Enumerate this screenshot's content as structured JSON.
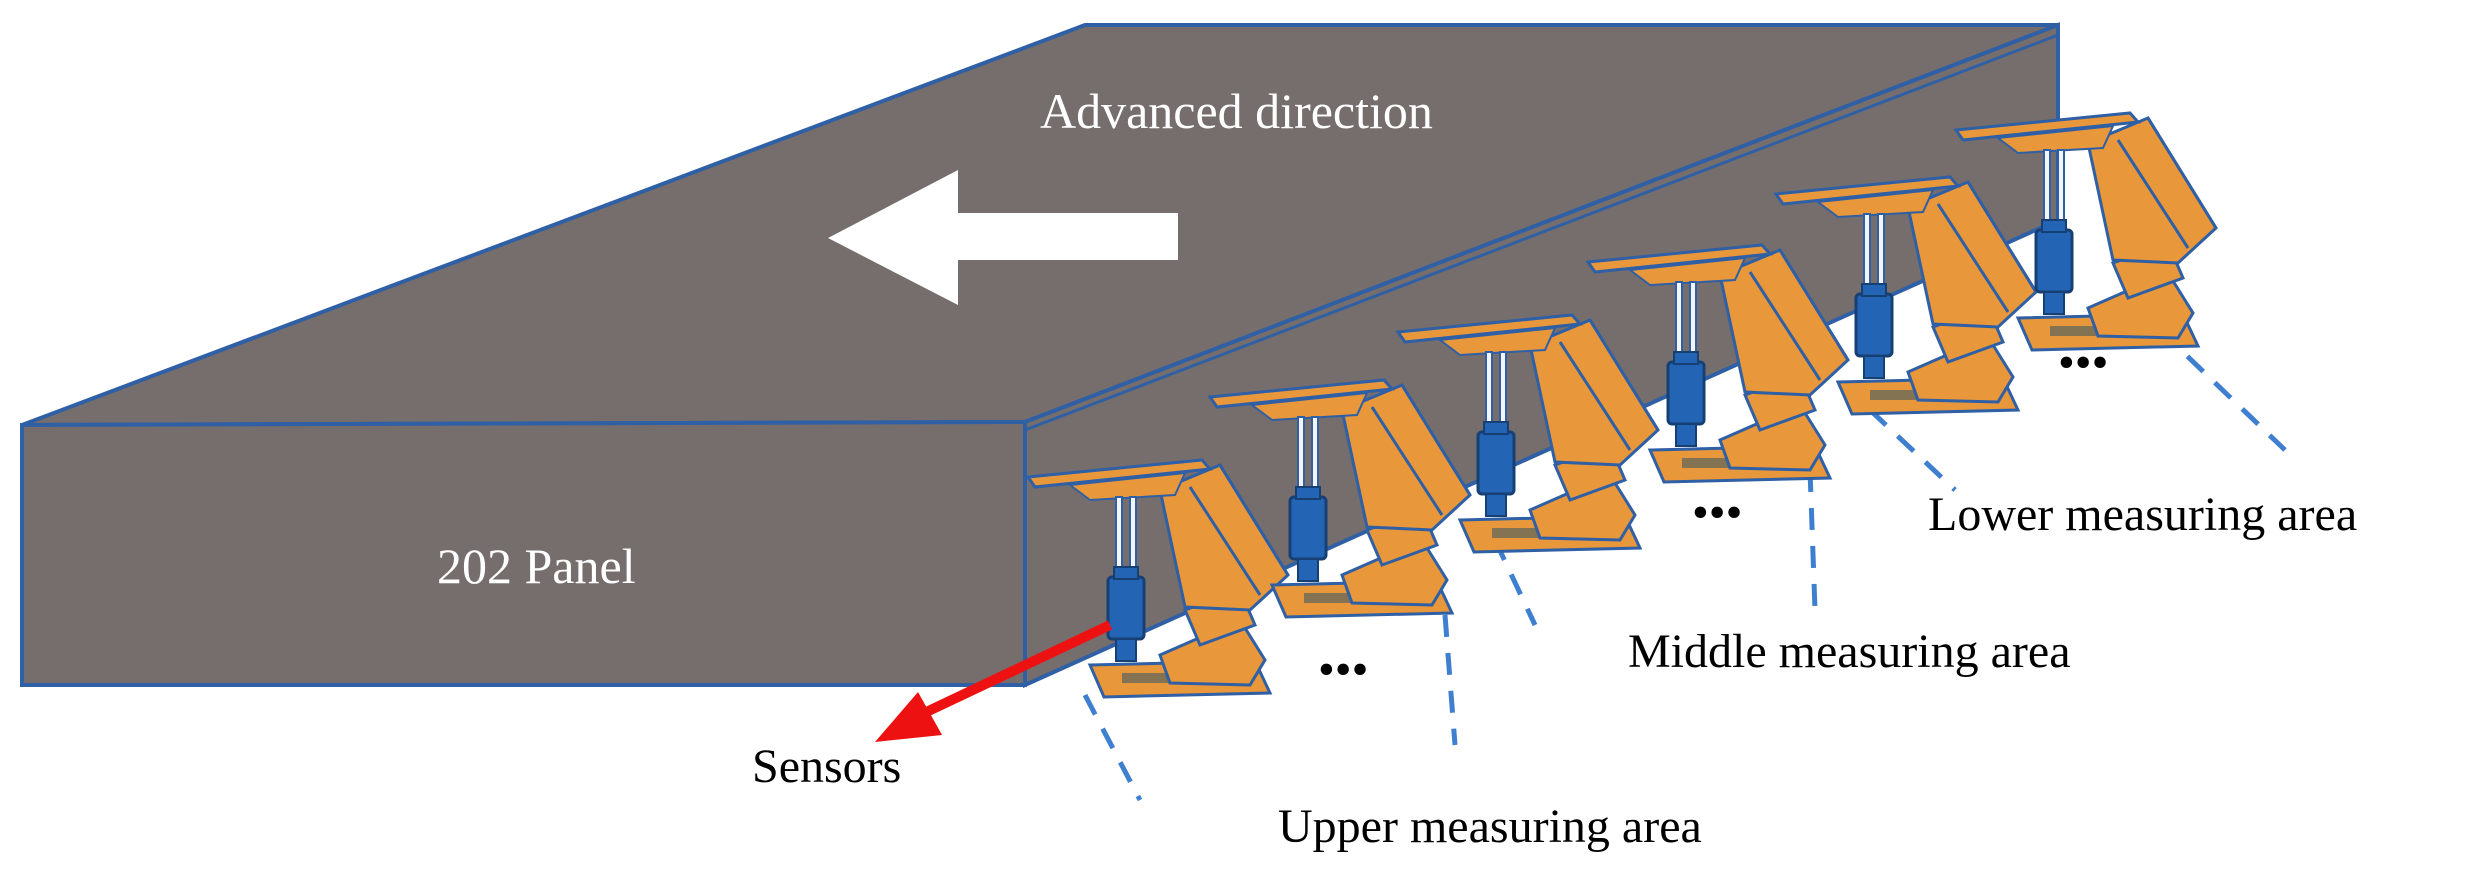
{
  "labels": {
    "direction": "Advanced direction",
    "panel": "202 Panel",
    "sensors": "Sensors",
    "upper": "Upper measuring area",
    "middle": "Middle measuring area",
    "lower": "Lower measuring area",
    "ellipsis": "•••"
  },
  "colors": {
    "panel_fill": "#766e6c",
    "panel_edge": "#2f5fa5",
    "support_fill": "#e8973a",
    "support_edge": "#2f5fa5",
    "sensor_fill": "#2464b4",
    "sensor_arrow": "#ee1111",
    "direction_arrow": "#ffffff",
    "dashed_line": "#3f7fd0"
  },
  "icons": {
    "direction_arrow": "left-arrow-icon",
    "sensor_pointer": "red-arrow-icon",
    "support_unit": "hydraulic-support-icon"
  },
  "supports": {
    "count": 6
  }
}
